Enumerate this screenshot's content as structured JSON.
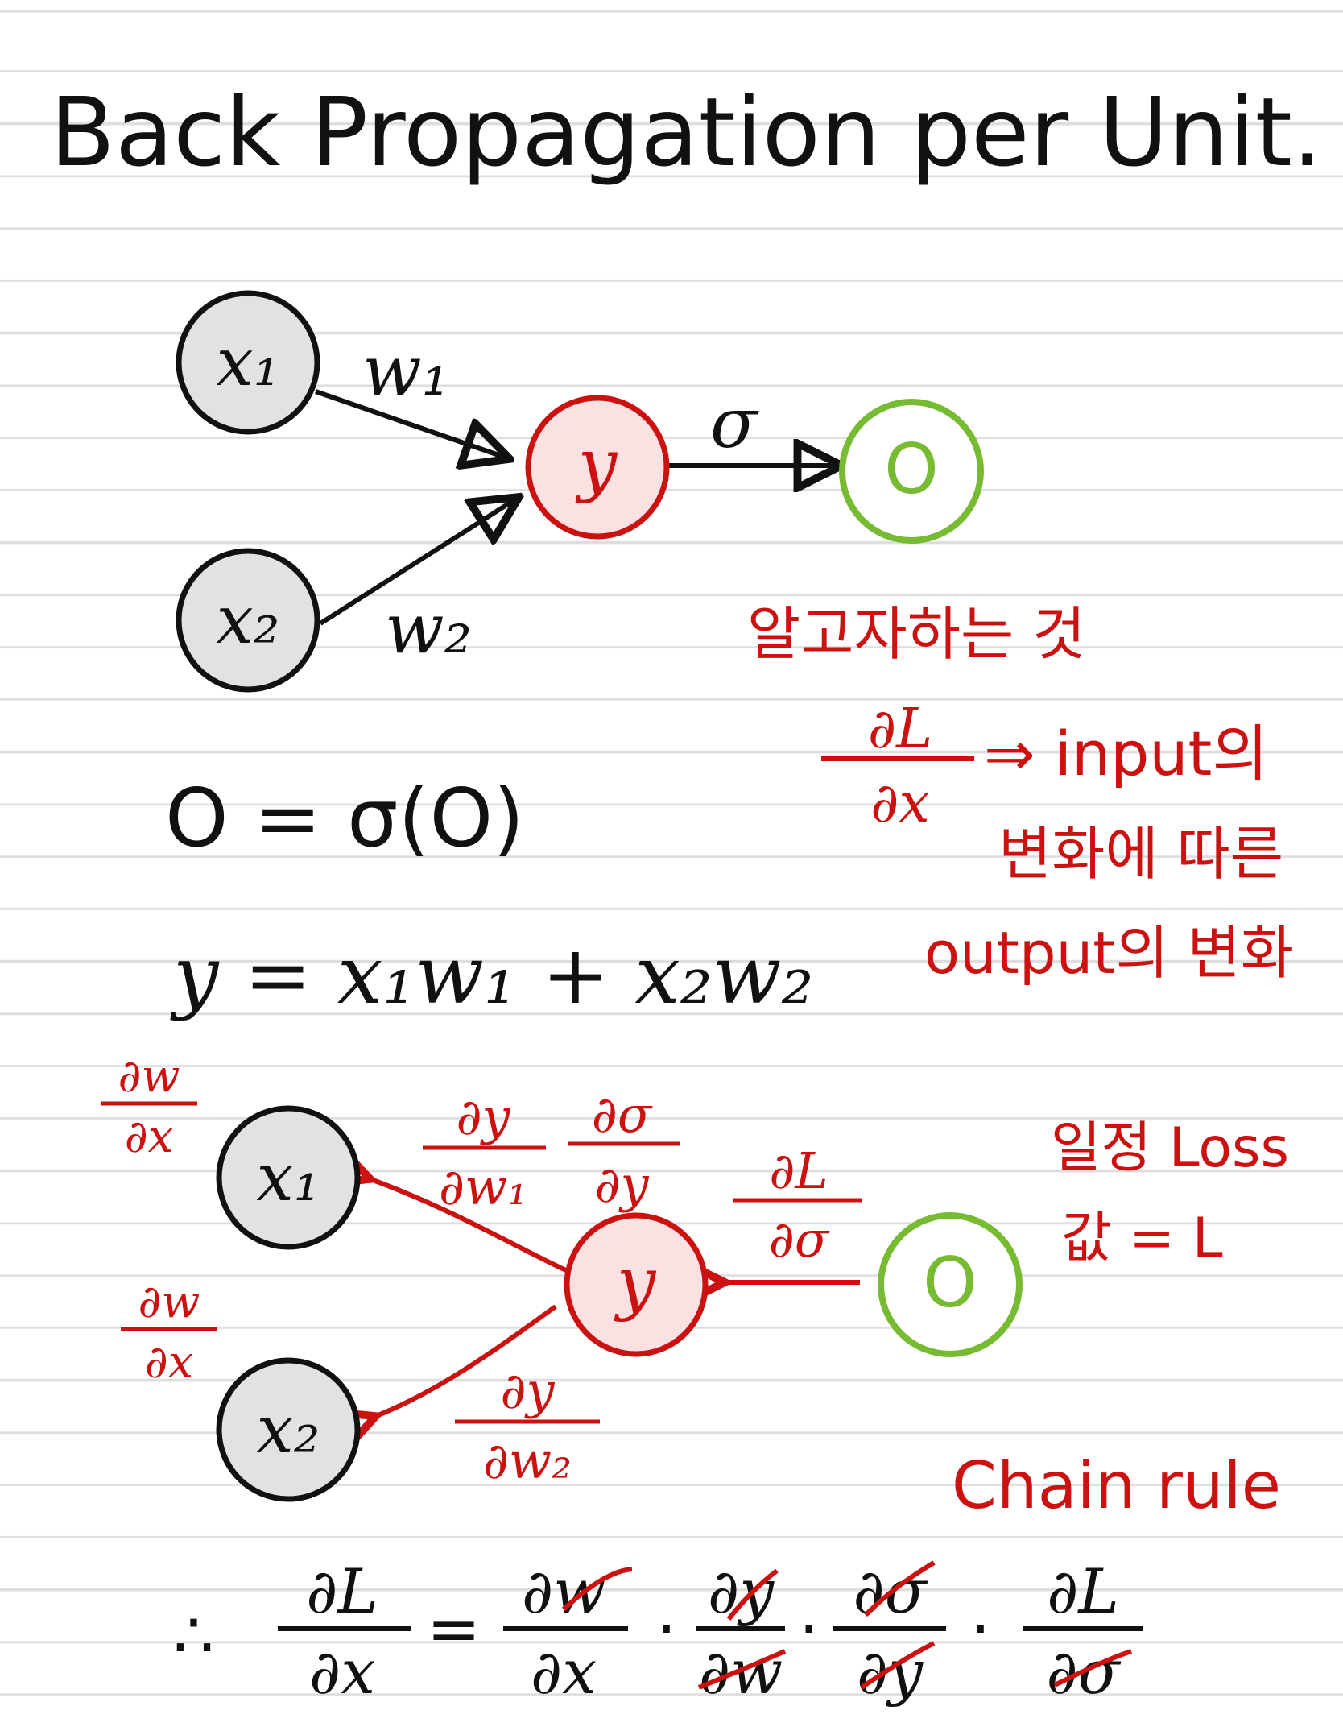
{
  "title": "Back Propagation per Unit.",
  "colors": {
    "ink": "#111111",
    "red_ink": "#cc1111",
    "green_ink": "#77bb33",
    "node_gray_fill": "#e2e2e2",
    "node_red_fill": "#fbe1e1",
    "node_green_fill": "#ffffff"
  },
  "forward": {
    "nodes": {
      "x1": "x₁",
      "x2": "x₂",
      "y": "y",
      "o": "O"
    },
    "edges": {
      "w1": "w₁",
      "w2": "w₂",
      "sigma": "σ"
    }
  },
  "equations": {
    "o_eq": "O = σ(O)",
    "y_eq": "y = x₁w₁ + x₂w₂"
  },
  "goal_note": {
    "heading": "알고자하는 것",
    "frac_num": "∂L",
    "frac_den": "∂x",
    "arrow_text": "⇒ input의",
    "line2": "변화에 따른",
    "line3": "output의 변화"
  },
  "backward": {
    "nodes": {
      "x1": "x₁",
      "x2": "x₂",
      "y": "y",
      "o": "O"
    },
    "grads": {
      "dw_dx_top": {
        "num": "∂w",
        "den": "∂x"
      },
      "dw_dx_bottom": {
        "num": "∂w",
        "den": "∂x"
      },
      "dy_dw1": {
        "num": "∂y",
        "den": "∂w₁"
      },
      "dsigma_dy": {
        "num": "∂σ",
        "den": "∂y"
      },
      "dL_dsigma": {
        "num": "∂L",
        "den": "∂σ"
      },
      "dy_dw2": {
        "num": "∂y",
        "den": "∂w₂"
      }
    },
    "loss_note": {
      "line1": "일정 Loss",
      "line2": "값 = L"
    }
  },
  "chain_rule": {
    "label": "Chain rule",
    "therefore": "∴",
    "lhs": {
      "num": "∂L",
      "den": "∂x"
    },
    "eq": "=",
    "dot": "·",
    "terms": [
      {
        "num": "∂w",
        "den": "∂x"
      },
      {
        "num": "∂y",
        "den": "∂w"
      },
      {
        "num": "∂σ",
        "den": "∂y"
      },
      {
        "num": "∂L",
        "den": "∂σ"
      }
    ]
  }
}
